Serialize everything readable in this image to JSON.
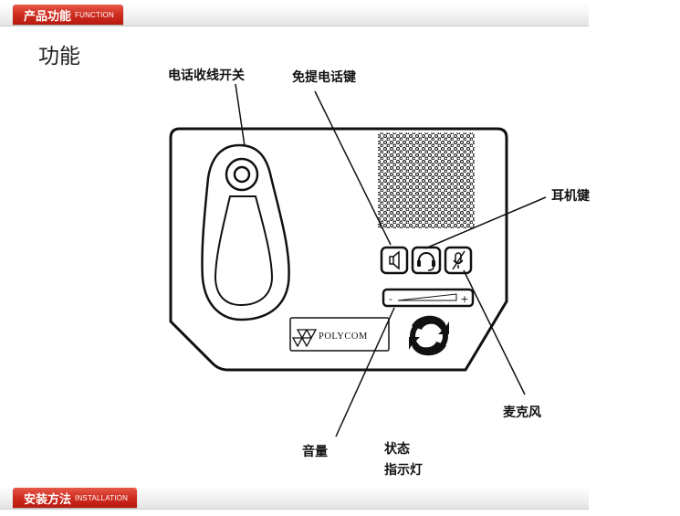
{
  "top_bar": {
    "title_cn": "产品功能",
    "title_en": "FUNCTION"
  },
  "page_title": "功能",
  "labels": {
    "hook_switch": "电话收线开关",
    "handsfree_key": "免提电话键",
    "headset_key": "耳机键",
    "microphone": "麦克风",
    "volume": "音量",
    "status_line1": "状态",
    "status_line2": "指示灯"
  },
  "device": {
    "brand": "POLYCOM",
    "volume_minus": "-",
    "volume_plus": "+",
    "icons": [
      "speaker-icon",
      "headset-icon",
      "mic-mute-icon",
      "polycom-logo-icon",
      "status-led-icon"
    ]
  },
  "bottom_bar": {
    "title_cn": "安装方法",
    "title_en": "INSTALLATION"
  },
  "colors": {
    "accent_red": "#cf2c1f"
  }
}
